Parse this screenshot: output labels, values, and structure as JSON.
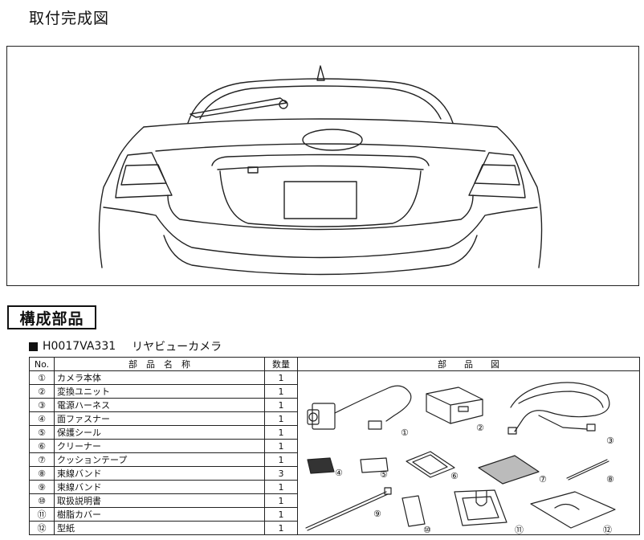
{
  "title": "取付完成図",
  "section_heading": "構成部品",
  "product": {
    "code": "H0017VA331",
    "name": "リヤビューカメラ"
  },
  "table": {
    "headers": {
      "no": "No.",
      "name": "部　品　名　称",
      "qty": "数量",
      "figure": "部　　品　　図"
    },
    "rows": [
      {
        "no": "①",
        "name": "カメラ本体",
        "qty": "1"
      },
      {
        "no": "②",
        "name": "変換ユニット",
        "qty": "1"
      },
      {
        "no": "③",
        "name": "電源ハーネス",
        "qty": "1"
      },
      {
        "no": "④",
        "name": "面ファスナー",
        "qty": "1"
      },
      {
        "no": "⑤",
        "name": "保護シール",
        "qty": "1"
      },
      {
        "no": "⑥",
        "name": "クリーナー",
        "qty": "1"
      },
      {
        "no": "⑦",
        "name": "クッションテープ",
        "qty": "1"
      },
      {
        "no": "⑧",
        "name": "束線バンド",
        "qty": "3"
      },
      {
        "no": "⑨",
        "name": "束線バンド",
        "qty": "1"
      },
      {
        "no": "⑩",
        "name": "取扱説明書",
        "qty": "1"
      },
      {
        "no": "⑪",
        "name": "樹脂カバー",
        "qty": "1"
      },
      {
        "no": "⑫",
        "name": "型紙",
        "qty": "1"
      }
    ]
  },
  "figure_labels": [
    "①",
    "②",
    "③",
    "④",
    "⑤",
    "⑥",
    "⑦",
    "⑧",
    "⑨",
    "⑩",
    "⑪",
    "⑫"
  ]
}
